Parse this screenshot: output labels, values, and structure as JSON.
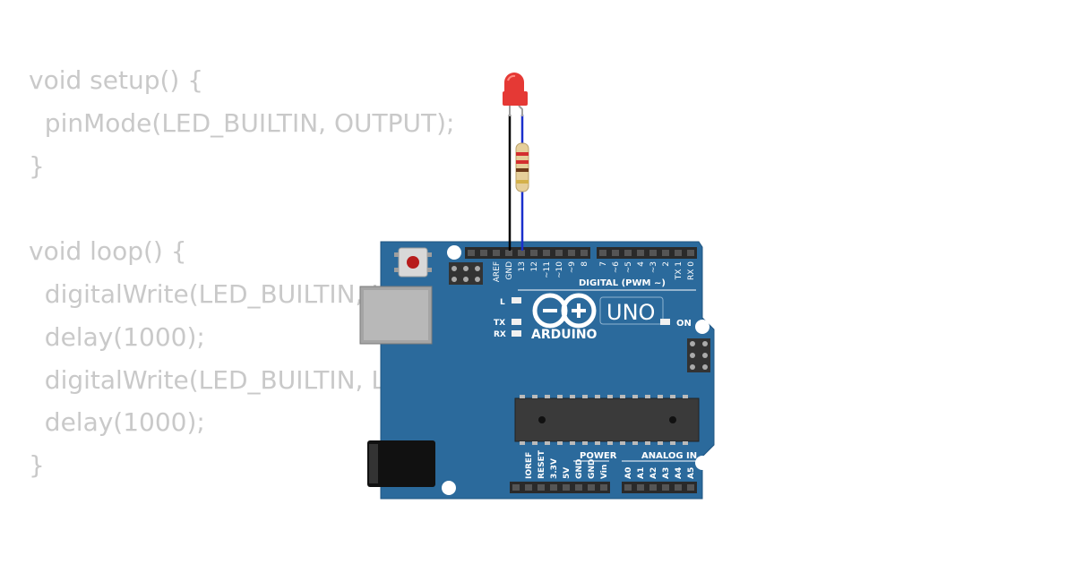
{
  "code": {
    "lines": [
      "void setup() {",
      "  pinMode(LED_BUILTIN, OUTPUT);",
      "}",
      "",
      "void loop() {",
      "  digitalWrite(LED_BUILTIN, HIGH);",
      "  delay(1000);",
      "  digitalWrite(LED_BUILTIN, LOW);",
      "  delay(1000);",
      "}"
    ]
  },
  "board": {
    "brand": "ARDUINO",
    "model": "UNO",
    "digital_label": "DIGITAL (PWM ~)",
    "power_label": "POWER",
    "analog_label": "ANALOG IN",
    "on_label": "ON",
    "l_label": "L",
    "tx_label": "TX",
    "rx_label": "RX",
    "top_pins": [
      "AREF",
      "GND",
      "13",
      "12",
      "~11",
      "~10",
      "~9",
      "8",
      "7",
      "~6",
      "~5",
      "4",
      "~3",
      "2",
      "TX 1",
      "RX 0"
    ],
    "power_pins": [
      "IOREF",
      "RESET",
      "3.3V",
      "5V",
      "GND",
      "GND",
      "Vin"
    ],
    "analog_pins": [
      "A0",
      "A1",
      "A2",
      "A3",
      "A4",
      "A5"
    ]
  },
  "colors": {
    "board": "#2b6a9c",
    "led": "#e53935",
    "wire_gnd": "#000000",
    "wire_signal": "#1a2fcc"
  }
}
